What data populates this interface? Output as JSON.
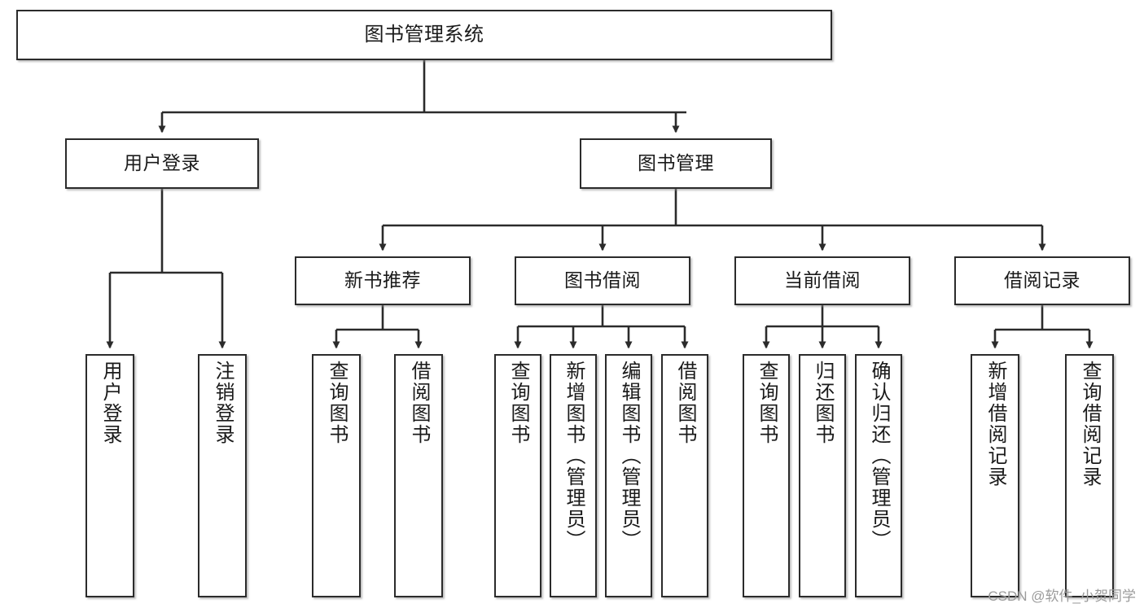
{
  "diagram": {
    "title": "图书管理系统",
    "type": "tree-hierarchy-functional-structure",
    "colors": {
      "node_border": "#2b2b2b",
      "node_fill": "#ffffff",
      "edge": "#2b2b2b",
      "watermark": "#9b9b9b"
    },
    "watermark": "CSDN @软件_小贺同学",
    "nodes": {
      "root": {
        "label": "图书管理系统"
      },
      "level2": [
        {
          "label": "用户登录"
        },
        {
          "label": "图书管理"
        }
      ],
      "level3": [
        {
          "label": "新书推荐"
        },
        {
          "label": "图书借阅"
        },
        {
          "label": "当前借阅"
        },
        {
          "label": "借阅记录"
        }
      ],
      "leaves_user_login": [
        {
          "label": "用户登录"
        },
        {
          "label": "注销登录"
        }
      ],
      "leaves_new_book": [
        {
          "label": "查询图书"
        },
        {
          "label": "借阅图书"
        }
      ],
      "leaves_borrow": [
        {
          "label": "查询图书"
        },
        {
          "label": "新增图书（管理员）"
        },
        {
          "label": "编辑图书（管理员）"
        },
        {
          "label": "借阅图书"
        }
      ],
      "leaves_current": [
        {
          "label": "查询图书"
        },
        {
          "label": "归还图书"
        },
        {
          "label": "确认归还（管理员）"
        }
      ],
      "leaves_records": [
        {
          "label": "新增借阅记录"
        },
        {
          "label": "查询借阅记录"
        }
      ]
    }
  }
}
